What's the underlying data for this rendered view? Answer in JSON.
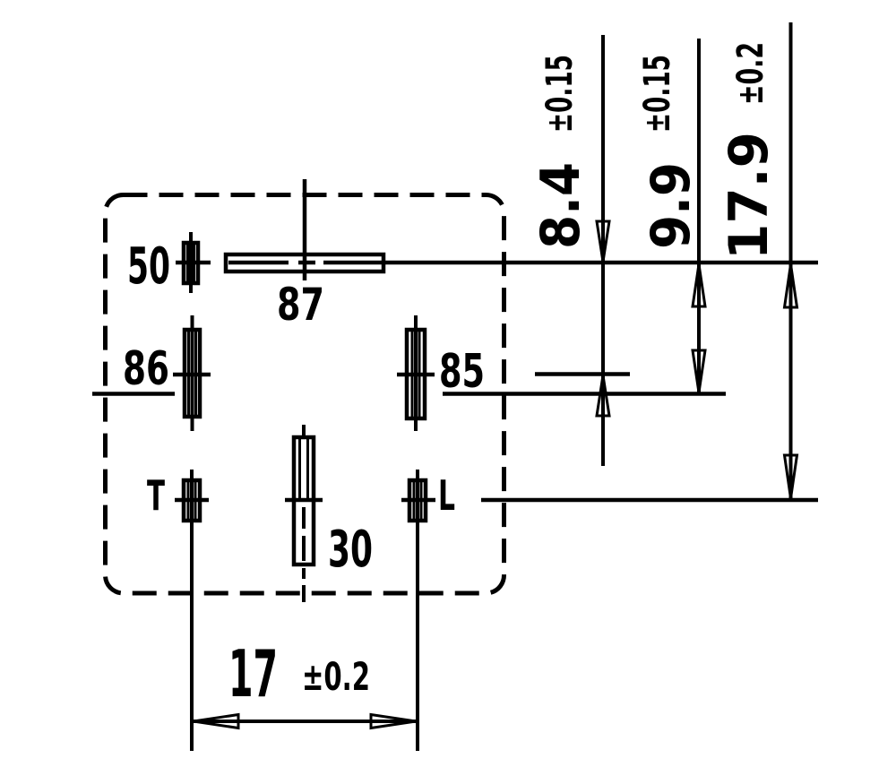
{
  "drawing": {
    "type": "technical-dimension-drawing",
    "view": "relay terminal footprint",
    "colors": {
      "line": "#000000",
      "background": "#ffffff"
    }
  },
  "pins": {
    "p50": "50",
    "p87": "87",
    "p86": "86",
    "p85": "85",
    "p30": "30",
    "pT": "T",
    "pL": "L"
  },
  "dimensions": {
    "d84": {
      "value": "8.4",
      "tolerance": "±0.15"
    },
    "d99": {
      "value": "9.9",
      "tolerance": "±0.15"
    },
    "d179": {
      "value": "17.9",
      "tolerance": "±0.2"
    },
    "d17": {
      "value": "17",
      "tolerance": "±0.2"
    }
  }
}
